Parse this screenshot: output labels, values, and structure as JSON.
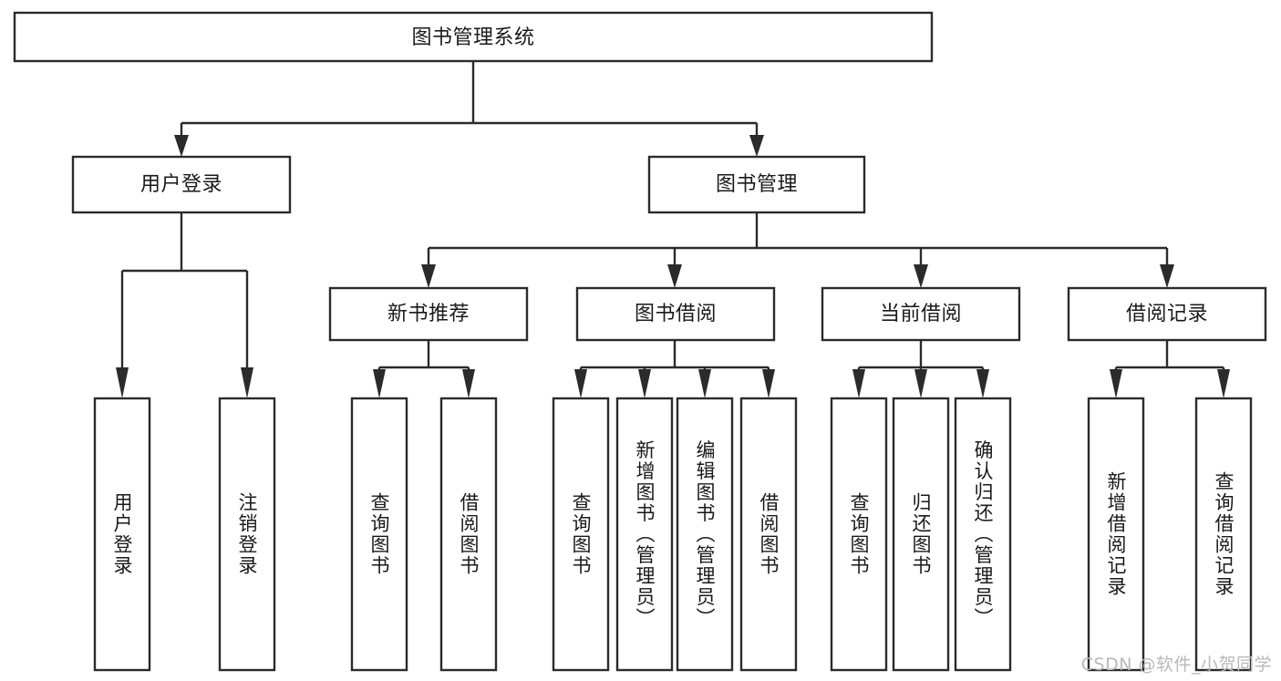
{
  "diagram": {
    "type": "tree",
    "title": "图书管理系统",
    "root": {
      "id": "root",
      "label": "图书管理系统"
    },
    "level2": [
      {
        "id": "user-login",
        "label": "用户登录"
      },
      {
        "id": "book-manage",
        "label": "图书管理"
      }
    ],
    "level3": [
      {
        "id": "new-book-recommend",
        "label": "新书推荐",
        "parent": "book-manage"
      },
      {
        "id": "book-borrow",
        "label": "图书借阅",
        "parent": "book-manage"
      },
      {
        "id": "current-borrow",
        "label": "当前借阅",
        "parent": "book-manage"
      },
      {
        "id": "borrow-record",
        "label": "借阅记录",
        "parent": "book-manage"
      }
    ],
    "leaves": {
      "user_login": [
        {
          "id": "leaf-user-login",
          "label": "用户登录"
        },
        {
          "id": "leaf-logout-login",
          "label": "注销登录"
        }
      ],
      "new_book_recommend": [
        {
          "id": "leaf-query-book-1",
          "label": "查询图书"
        },
        {
          "id": "leaf-borrow-book-1",
          "label": "借阅图书"
        }
      ],
      "book_borrow": [
        {
          "id": "leaf-query-book-2",
          "label": "查询图书"
        },
        {
          "id": "leaf-add-book",
          "label": "新增图书（管理员）"
        },
        {
          "id": "leaf-edit-book",
          "label": "编辑图书（管理员）"
        },
        {
          "id": "leaf-borrow-book-2",
          "label": "借阅图书"
        }
      ],
      "current_borrow": [
        {
          "id": "leaf-query-book-3",
          "label": "查询图书"
        },
        {
          "id": "leaf-return-book",
          "label": "归还图书"
        },
        {
          "id": "leaf-confirm-return",
          "label": "确认归还（管理员）"
        }
      ],
      "borrow_record": [
        {
          "id": "leaf-add-record",
          "label": "新增借阅记录"
        },
        {
          "id": "leaf-query-record",
          "label": "查询借阅记录"
        }
      ]
    }
  },
  "watermark": {
    "text": "CSDN @软件_小贺同学"
  },
  "colors": {
    "stroke": "#2b2b2b",
    "fill": "#ffffff",
    "text": "#1a1a1a",
    "watermark": "#b9b9b9"
  }
}
